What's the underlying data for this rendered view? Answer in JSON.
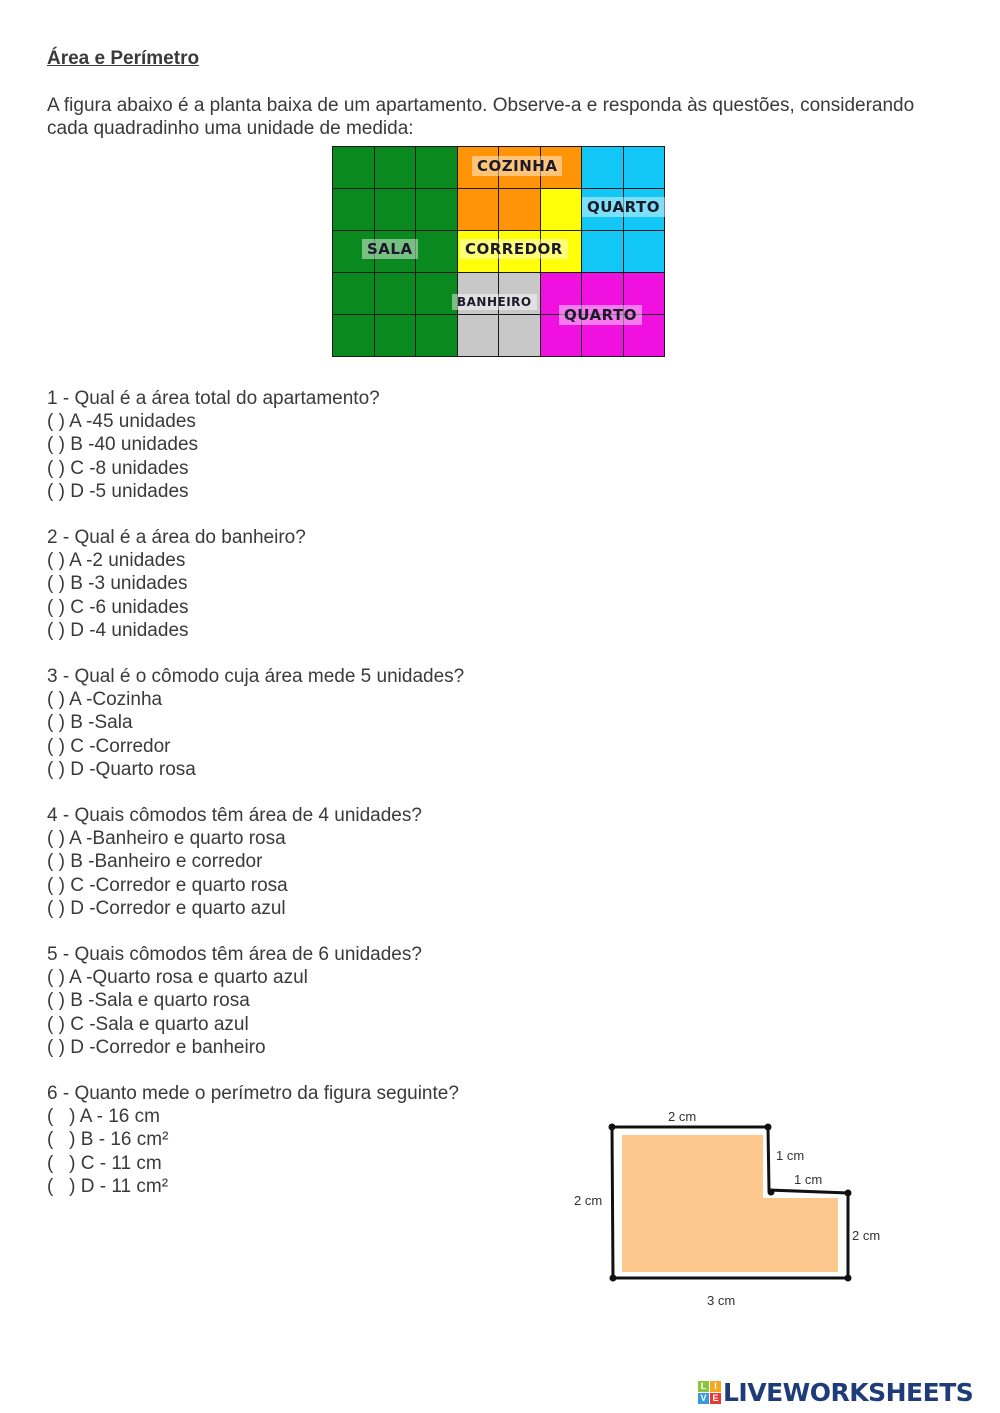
{
  "title": "Área e Perímetro",
  "intro": "A figura abaixo é a planta baixa de um apartamento. Observe-a e responda às questões, considerando cada quadradinho uma unidade de medida:",
  "floor_plan": {
    "labels": {
      "cozinha": "COZINHA",
      "quarto_azul": "QUARTO",
      "sala": "SALA",
      "corredor": "CORREDOR",
      "banheiro": "BANHEIRO",
      "quarto_rosa": "QUARTO"
    },
    "colors": {
      "sala": "#0a8a1e",
      "cozinha": "#ff9408",
      "corredor": "#ffff0a",
      "quarto_azul": "#12c6f5",
      "banheiro": "#c8c8c8",
      "quarto_rosa": "#f010e0"
    }
  },
  "questions": [
    {
      "text": "1 - Qual é a área total do apartamento?",
      "options": [
        "( ) A -45 unidades",
        "( ) B -40 unidades",
        "( ) C -8 unidades",
        "( ) D -5 unidades"
      ]
    },
    {
      "text": "2 - Qual é a área do banheiro?",
      "options": [
        "( ) A -2 unidades",
        "( ) B -3 unidades",
        "( ) C -6 unidades",
        "( ) D -4 unidades"
      ]
    },
    {
      "text": "3 - Qual é o cômodo cuja área mede 5 unidades?",
      "options": [
        "( ) A -Cozinha",
        "( ) B -Sala",
        "( ) C -Corredor",
        "( ) D -Quarto rosa"
      ]
    },
    {
      "text": "4 - Quais cômodos têm área de 4 unidades?",
      "options": [
        "( ) A -Banheiro e quarto rosa",
        "( ) B -Banheiro e corredor",
        "( ) C -Corredor e quarto rosa",
        "( ) D -Corredor e quarto azul"
      ]
    },
    {
      "text": "5 - Quais cômodos têm área de 6 unidades?",
      "options": [
        "( ) A -Quarto rosa e quarto azul",
        "( ) B -Sala e quarto rosa",
        "( ) C -Sala e quarto azul",
        "( ) D -Corredor e banheiro"
      ]
    },
    {
      "text": "6 - Quanto mede o perímetro da figura seguinte?",
      "options": [
        "(   ) A - 16 cm",
        "(   ) B - 16 cm²",
        "(   ) C - 11 cm",
        "(   ) D - 11 cm²"
      ]
    }
  ],
  "figure": {
    "top": "2 cm",
    "right_upper": "1 cm",
    "step": "1 cm",
    "left": "2 cm",
    "right_lower": "2 cm",
    "bottom": "3 cm",
    "fill": "#fcc88e"
  },
  "logo": {
    "text": "LIVEWORKSHEETS",
    "box_letters": [
      "L",
      "I",
      "V",
      "E"
    ]
  }
}
